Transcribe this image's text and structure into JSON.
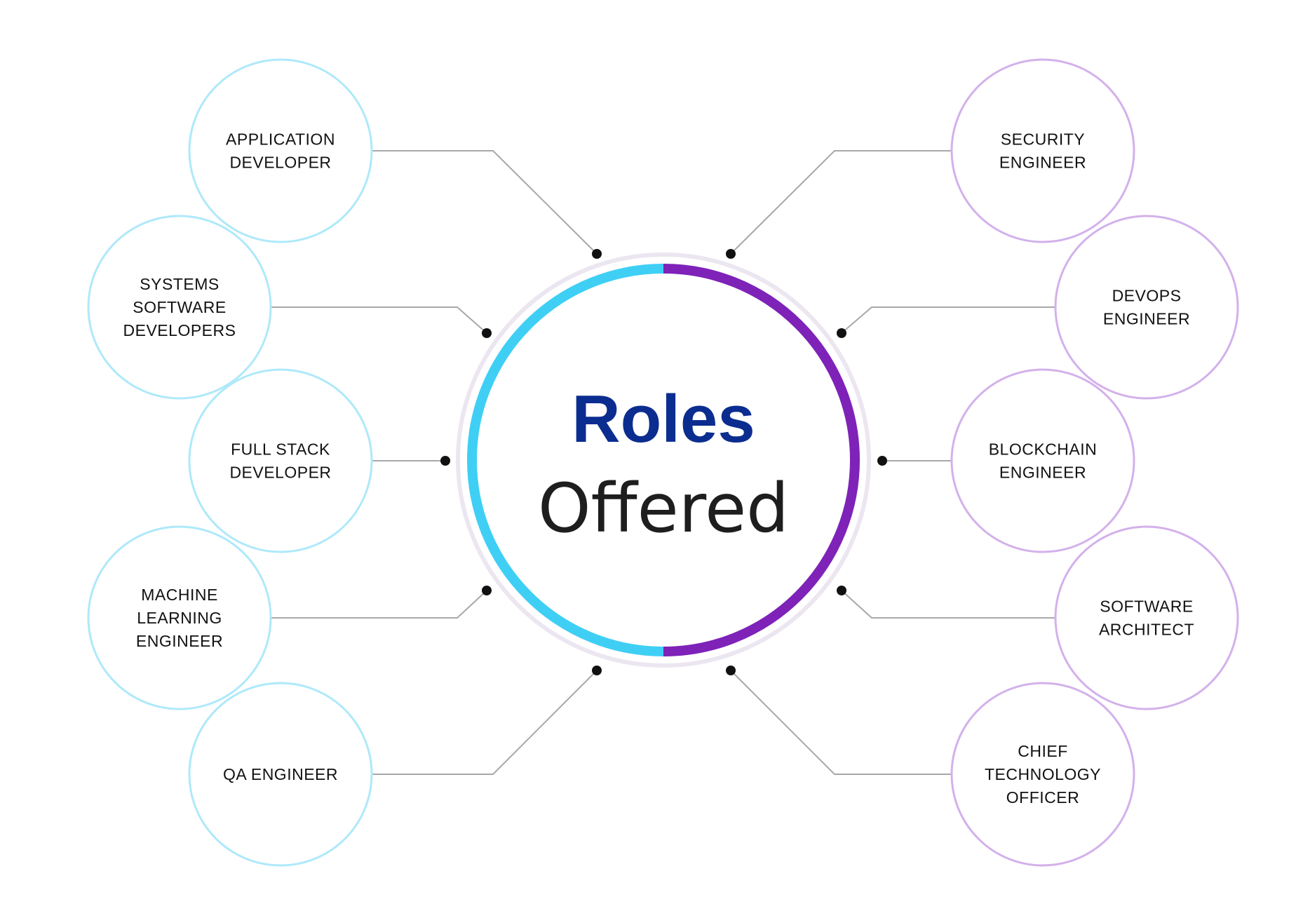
{
  "colors": {
    "left_accent": "#3fcff5",
    "left_circle": "#aee9fa",
    "right_accent": "#7e22b8",
    "right_circle": "#d3b1eb",
    "title_primary": "#0b2d8f",
    "title_secondary": "#1e1e1e",
    "connector": "#a8a8a8",
    "dot": "#111111"
  },
  "center": {
    "title_line1": "Roles",
    "title_line2": "Offered"
  },
  "roles_left": [
    {
      "id": "application-developer",
      "lines": [
        "APPLICATION",
        "DEVELOPER"
      ]
    },
    {
      "id": "systems-software-developers",
      "lines": [
        "SYSTEMS",
        "SOFTWARE",
        "DEVELOPERS"
      ]
    },
    {
      "id": "full-stack-developer",
      "lines": [
        "FULL STACK",
        "DEVELOPER"
      ]
    },
    {
      "id": "machine-learning-engineer",
      "lines": [
        "MACHINE",
        "LEARNING",
        "ENGINEER"
      ]
    },
    {
      "id": "qa-engineer",
      "lines": [
        "QA ENGINEER"
      ]
    }
  ],
  "roles_right": [
    {
      "id": "security-engineer",
      "lines": [
        "SECURITY",
        "ENGINEER"
      ]
    },
    {
      "id": "devops-engineer",
      "lines": [
        "DEVOPS",
        "ENGINEER"
      ]
    },
    {
      "id": "blockchain-engineer",
      "lines": [
        "BLOCKCHAIN",
        "ENGINEER"
      ]
    },
    {
      "id": "software-architect",
      "lines": [
        "SOFTWARE",
        "ARCHITECT"
      ]
    },
    {
      "id": "chief-technology-officer",
      "lines": [
        "CHIEF",
        "TECHNOLOGY",
        "OFFICER"
      ]
    }
  ]
}
